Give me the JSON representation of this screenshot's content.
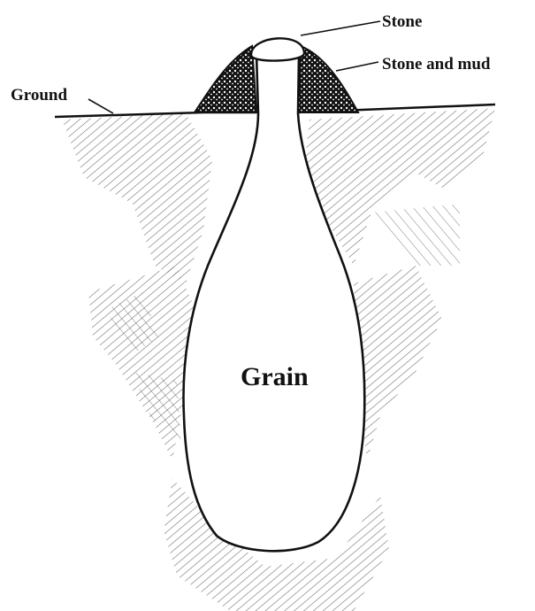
{
  "labels": {
    "stone": "Stone",
    "stone_and_mud": "Stone and mud",
    "ground": "Ground",
    "grain": "Grain"
  },
  "colors": {
    "ink": "#111111",
    "background": "#ffffff"
  }
}
